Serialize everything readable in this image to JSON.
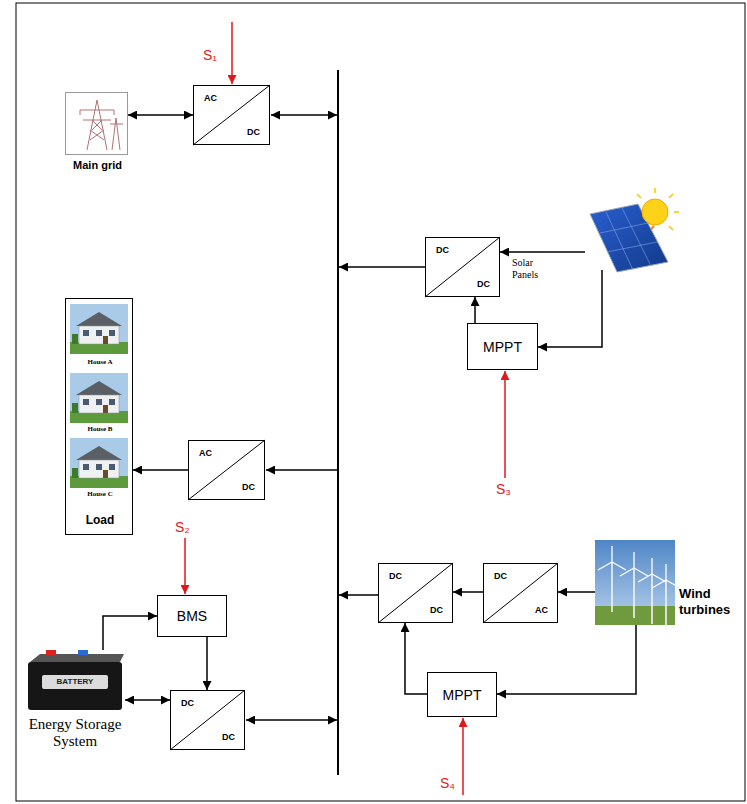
{
  "diagram": {
    "nodes": [
      {
        "text": [
          "Main grid"
        ]
      },
      {
        "text": [
          "AC",
          "DC"
        ]
      },
      {
        "text": [
          "DC",
          "DC"
        ]
      },
      {
        "text": [
          "Solar Panels"
        ]
      },
      {
        "text": [
          "MPPT"
        ]
      },
      {
        "text": [
          "Load"
        ]
      },
      {
        "text": [
          "House A"
        ],
        "in": 5
      },
      {
        "text": [
          "House B"
        ],
        "in": 5
      },
      {
        "text": [
          "House C"
        ],
        "in": 5
      },
      {
        "text": [
          "AC",
          "DC"
        ]
      },
      {
        "text": [
          "BMS"
        ]
      },
      {
        "text": [
          "Energy Storage System"
        ]
      },
      {
        "text": [
          "DC",
          "DC"
        ]
      },
      {
        "text": [
          "DC",
          "DC"
        ]
      },
      {
        "text": [
          "DC",
          "AC"
        ]
      },
      {
        "text": [
          "Wind turbines"
        ]
      },
      {
        "text": [
          "MPPT"
        ]
      }
    ],
    "edges": [
      {
        "from": 0,
        "to": 1,
        "arrow": "both"
      },
      {
        "from": 3,
        "to": 2,
        "arrow": "to"
      },
      {
        "from": 3,
        "to": 4,
        "arrow": "to"
      },
      {
        "from": 4,
        "to": 2,
        "arrow": "to"
      },
      {
        "from": 9,
        "to": 5,
        "arrow": "to"
      },
      {
        "from": 11,
        "to": 10,
        "arrow": "to"
      },
      {
        "from": 10,
        "to": 12,
        "arrow": "to"
      },
      {
        "from": 11,
        "to": 12,
        "arrow": "both"
      },
      {
        "from": 15,
        "to": 14,
        "arrow": "to"
      },
      {
        "from": 14,
        "to": 13,
        "arrow": "to"
      },
      {
        "from": 15,
        "to": 16,
        "arrow": "to"
      },
      {
        "from": 16,
        "to": 13,
        "arrow": "to"
      }
    ],
    "labels": [
      "S₁",
      "S₂",
      "S₃",
      "S₄",
      "BATTERY"
    ]
  }
}
